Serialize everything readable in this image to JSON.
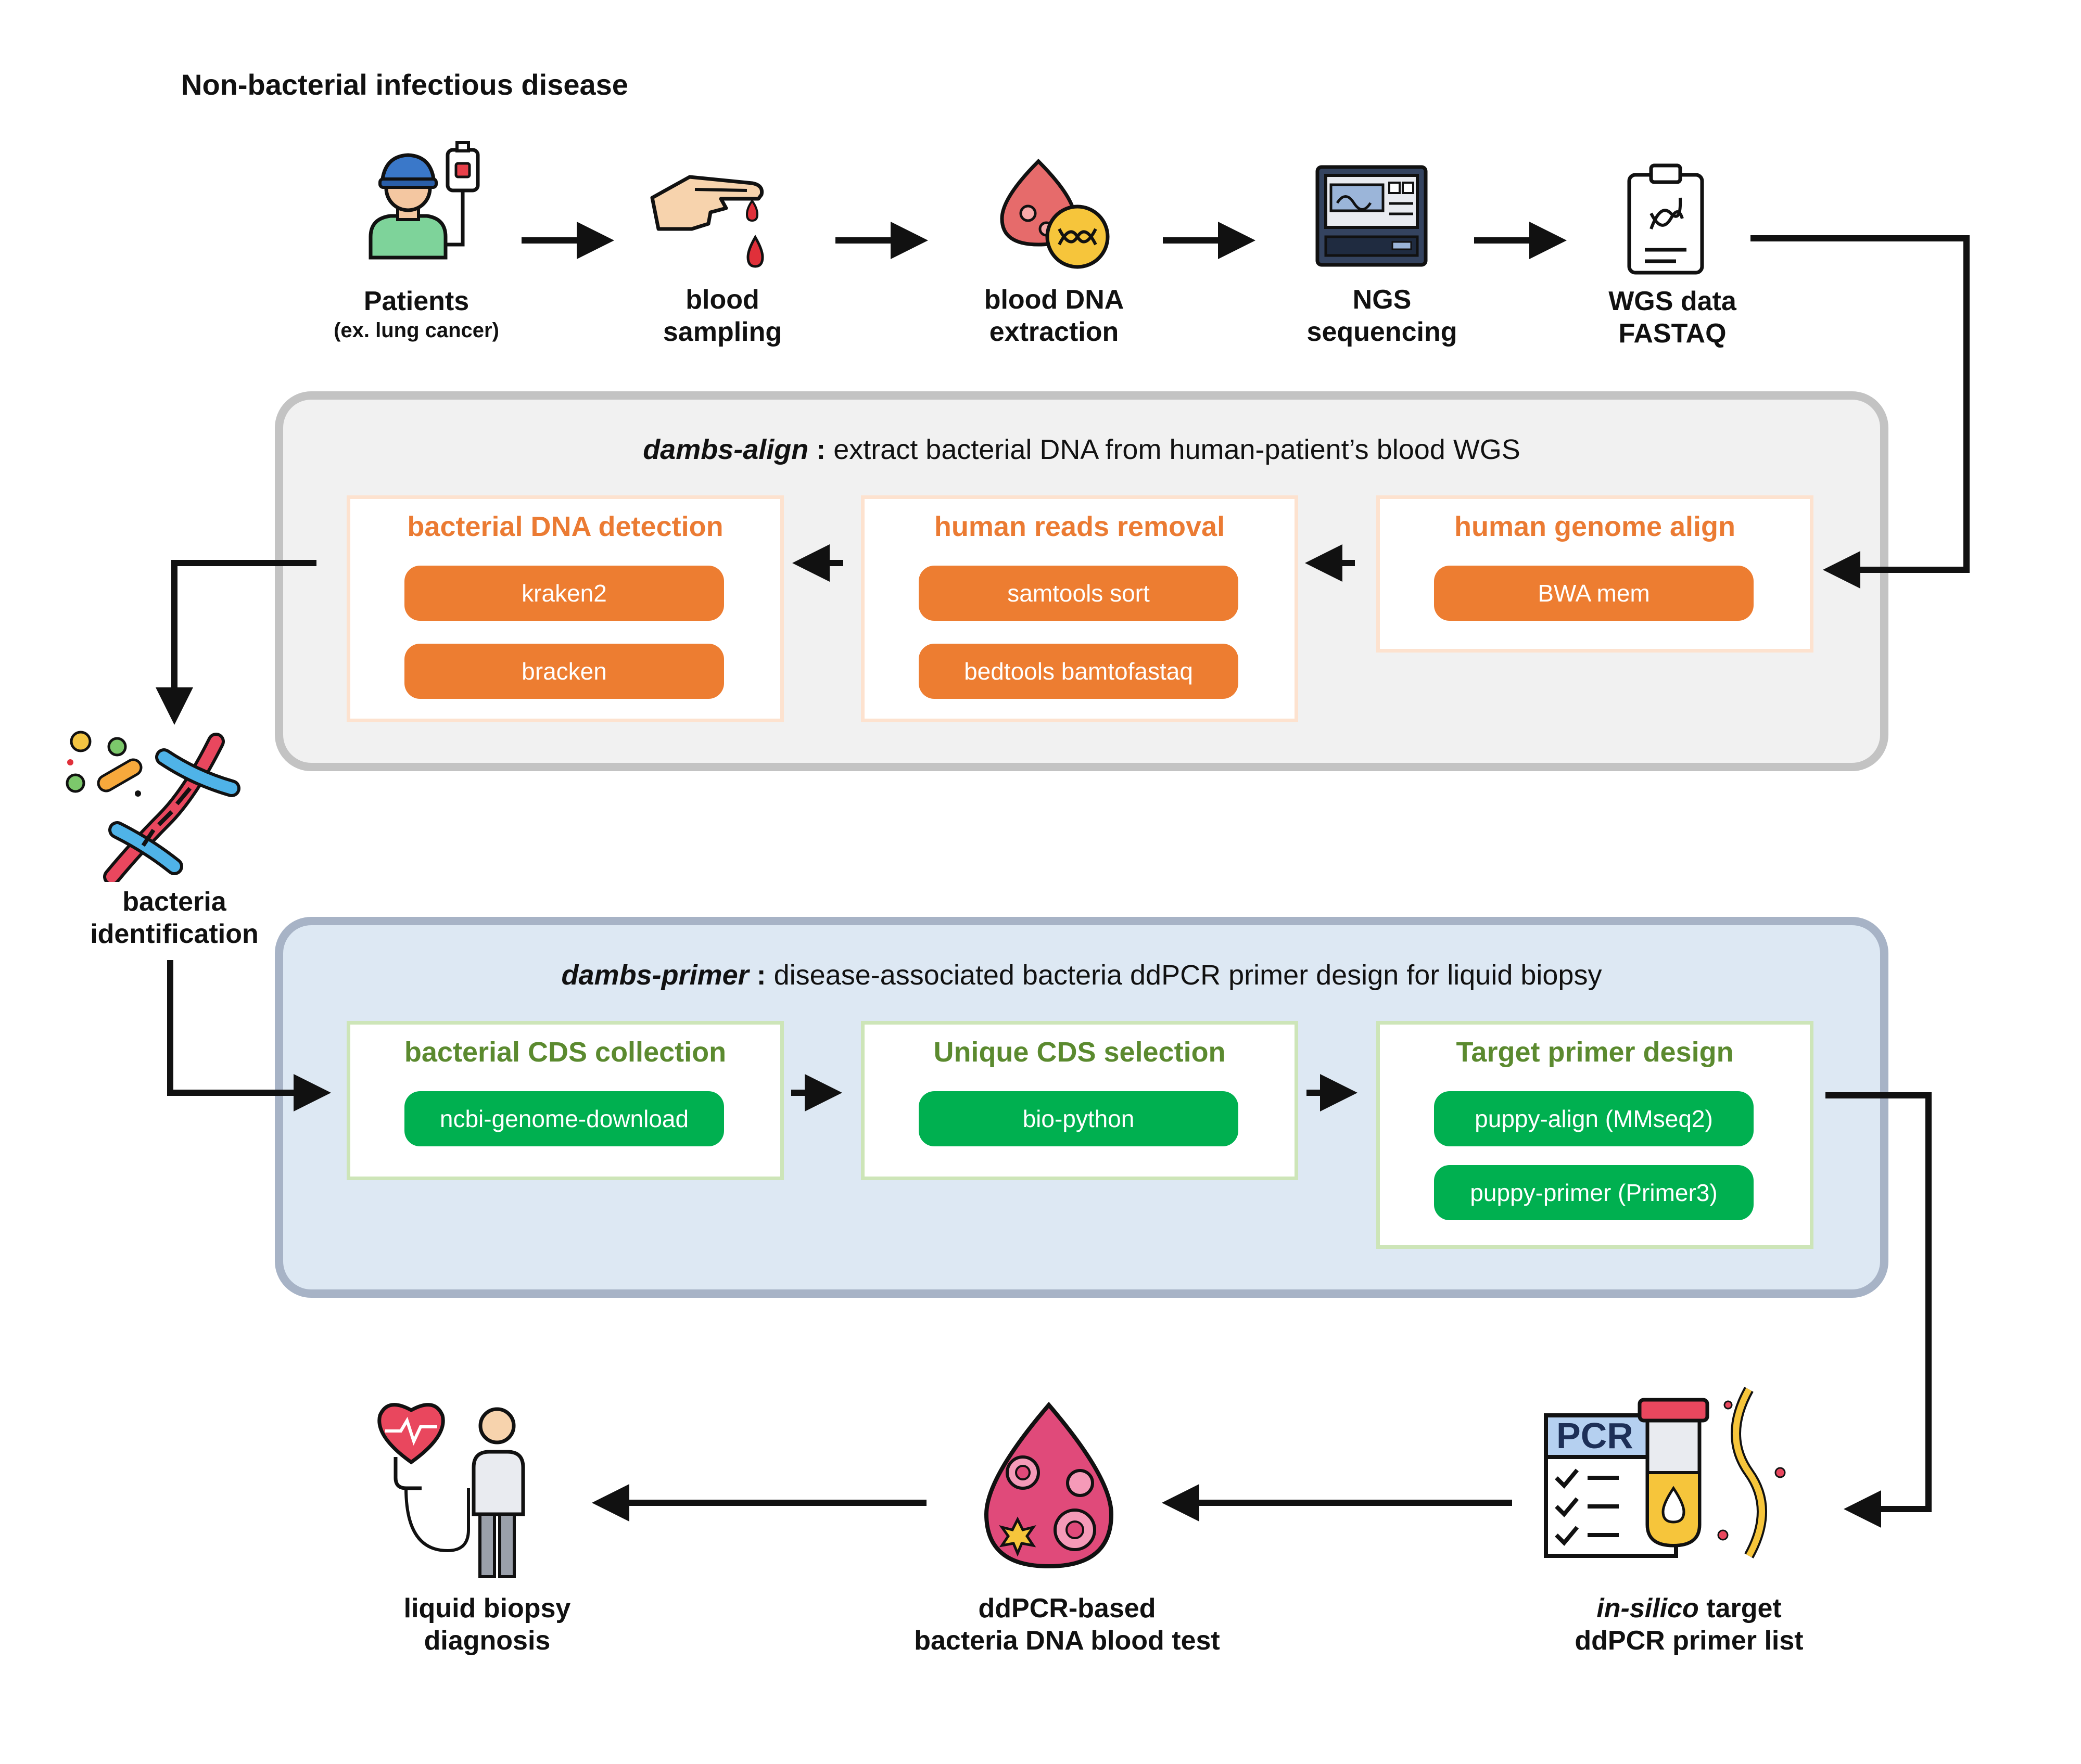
{
  "title": "Non-bacterial infectious disease",
  "top_steps": [
    {
      "label": "Patients",
      "sub": "(ex. lung cancer)",
      "icon": "patient-icon"
    },
    {
      "label": "blood",
      "label2": "sampling",
      "icon": "blood-sampling-icon"
    },
    {
      "label": "blood DNA",
      "label2": "extraction",
      "icon": "blood-dna-icon"
    },
    {
      "label": "NGS",
      "label2": "sequencing",
      "icon": "sequencer-icon"
    },
    {
      "label": "WGS data",
      "label2": "FASTAQ",
      "icon": "clipboard-dna-icon"
    }
  ],
  "align_panel": {
    "name": "dambs-align",
    "sep": " : ",
    "desc": "extract bacterial DNA from human-patient’s blood WGS",
    "boxes": [
      {
        "title": "bacterial DNA detection",
        "tools": [
          "kraken2",
          "bracken"
        ]
      },
      {
        "title": "human reads removal",
        "tools": [
          "samtools sort",
          "bedtools bamtofastaq"
        ]
      },
      {
        "title": "human genome align",
        "tools": [
          "BWA mem"
        ]
      }
    ]
  },
  "bacteria": {
    "label": "bacteria",
    "label2": "identification",
    "icon": "bacteria-dna-icon"
  },
  "primer_panel": {
    "name": "dambs-primer",
    "sep": " : ",
    "desc": "disease-associated bacteria ddPCR primer design for liquid biopsy",
    "boxes": [
      {
        "title": "bacterial CDS collection",
        "tools": [
          "ncbi-genome-download"
        ]
      },
      {
        "title": "Unique CDS selection",
        "tools": [
          "bio-python"
        ]
      },
      {
        "title": "Target primer design",
        "tools": [
          "puppy-align (MMseq2)",
          "puppy-primer (Primer3)"
        ]
      }
    ]
  },
  "bottom_steps": [
    {
      "label": "liquid biopsy",
      "label2": "diagnosis",
      "icon": "diagnosis-icon"
    },
    {
      "label": "ddPCR-based",
      "label2": "bacteria DNA blood test",
      "icon": "blood-drop-icon"
    },
    {
      "label_italic": "in-silico",
      "label_rest": " target",
      "label2": "ddPCR primer list",
      "icon": "pcr-icon"
    }
  ],
  "pcr_text": "PCR",
  "colors": {
    "orange": "#ED7D31",
    "orange_title": "#EB7B33",
    "green": "#00B050",
    "green_title": "#5B8A2F",
    "align_bg": "#F1F1F1",
    "primer_bg": "#DDE8F3"
  }
}
